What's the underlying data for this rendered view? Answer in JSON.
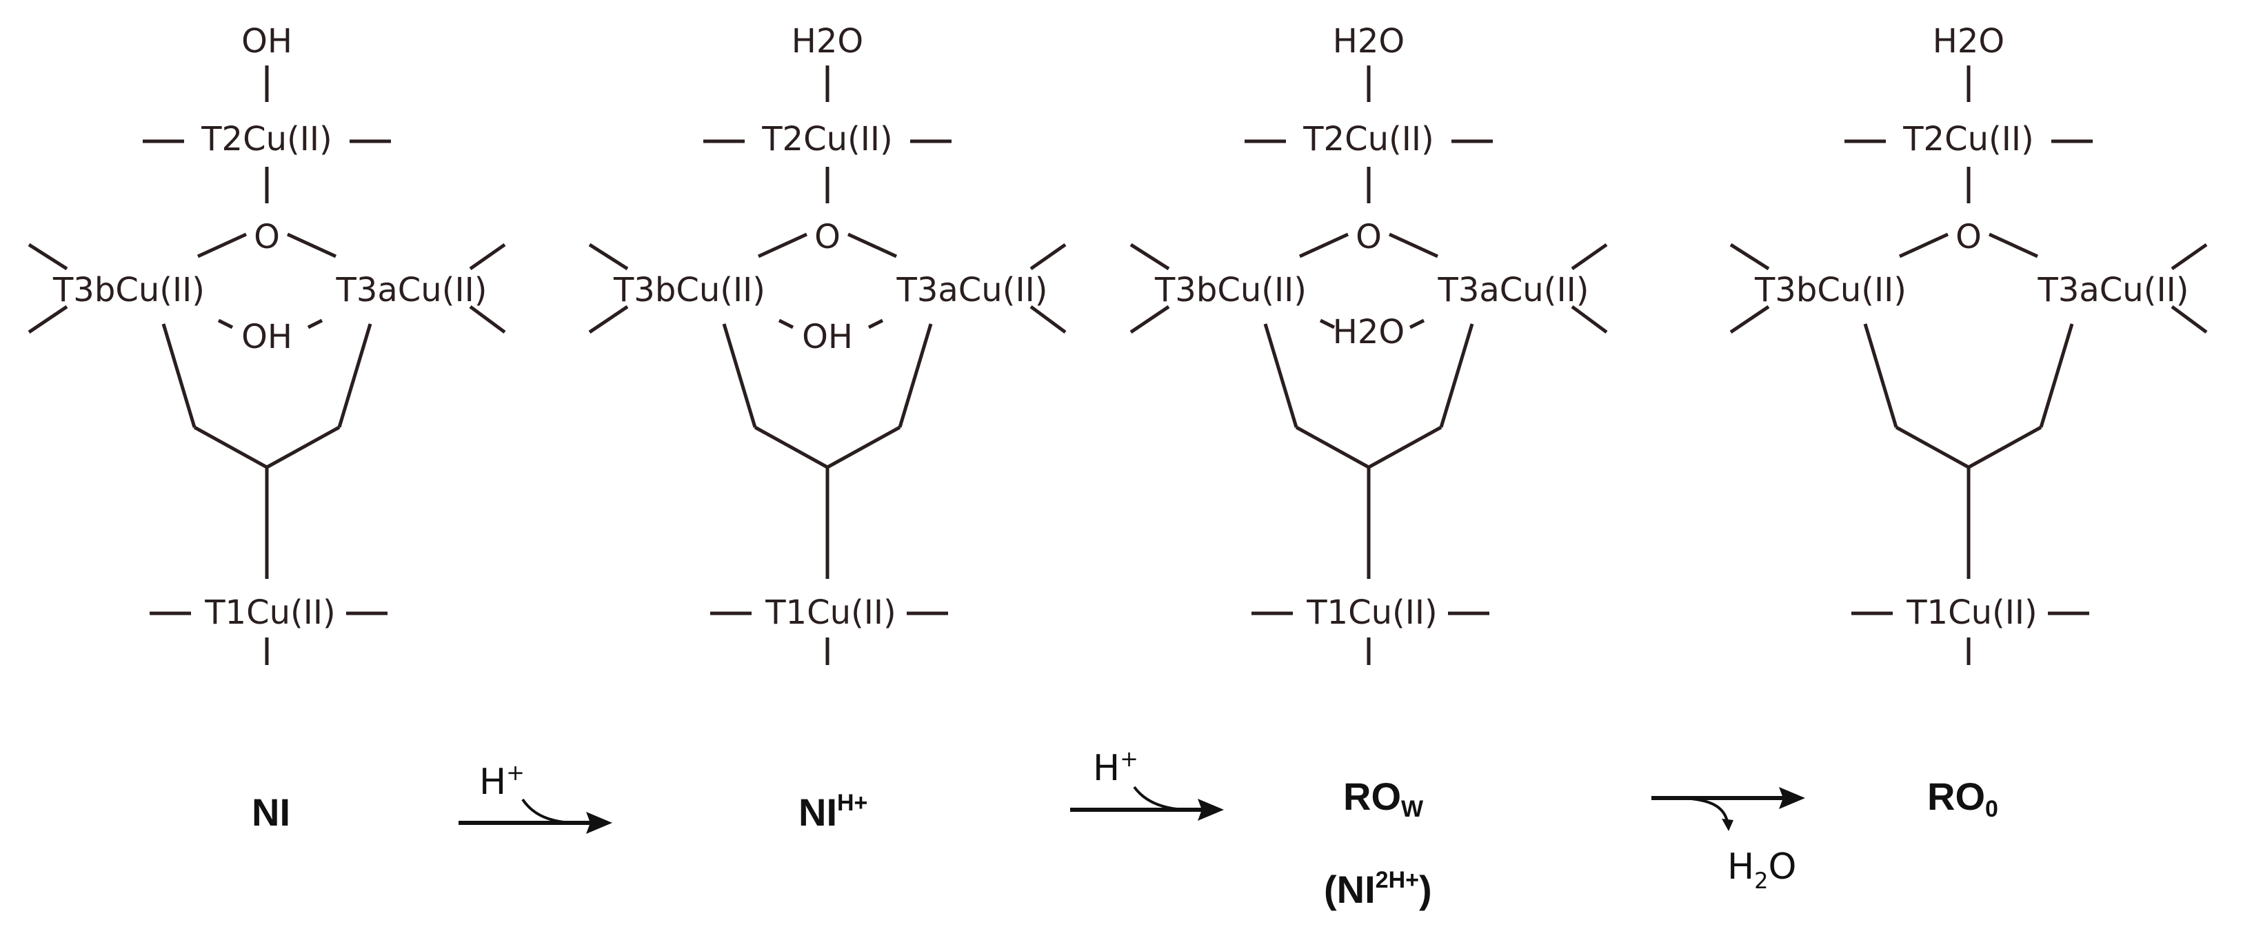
{
  "colors": {
    "bond": "#2a1e1e",
    "text": "#111111",
    "background": "#ffffff"
  },
  "structures": [
    {
      "id": "NI",
      "top_ligand": "OH",
      "t2": "T2Cu(II)",
      "bridge_o": "O",
      "t3b": "T3bCu(II)",
      "t3a": "T3aCu(II)",
      "inner": "OH",
      "t1": "T1Cu(II)"
    },
    {
      "id": "NIH",
      "top_ligand": "H2O",
      "t2": "T2Cu(II)",
      "bridge_o": "O",
      "t3b": "T3bCu(II)",
      "t3a": "T3aCu(II)",
      "inner": "OH",
      "t1": "T1Cu(II)"
    },
    {
      "id": "ROW",
      "top_ligand": "H2O",
      "t2": "T2Cu(II)",
      "bridge_o": "O",
      "t3b": "T3bCu(II)",
      "t3a": "T3aCu(II)",
      "inner": "H2O",
      "t1": "T1Cu(II)"
    },
    {
      "id": "RO0",
      "top_ligand": "H2O",
      "t2": "T2Cu(II)",
      "bridge_o": "O",
      "t3b": "T3bCu(II)",
      "t3a": "T3aCu(II)",
      "inner": "",
      "t1": "T1Cu(II)"
    }
  ],
  "state_labels": {
    "ni": "NI",
    "nih_main": "NI",
    "nih_sup": "H+",
    "row_main": "RO",
    "row_sub": "W",
    "row_alt_open": "(NI",
    "row_alt_sup": "2H+",
    "row_alt_close": ")",
    "ro0_main": "RO",
    "ro0_sub": "0"
  },
  "reactions": {
    "step1_reagent": "H",
    "step1_reagent_sup": "+",
    "step2_reagent": "H",
    "step2_reagent_sup": "+",
    "step3_product": "H",
    "step3_product_sub": "2",
    "step3_product_end": "O"
  }
}
